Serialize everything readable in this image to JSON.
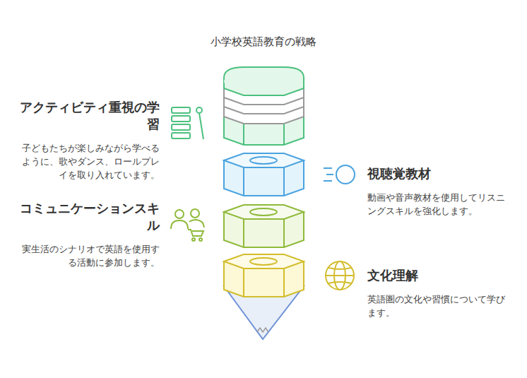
{
  "diagram": {
    "title": "小学校英語教育の戦略",
    "nodes": [
      {
        "text": [
          "アクティビティ重視の学習",
          "子どもたちが楽しみながら学べるように、歌やダンス、ロールプレイを取り入れています。"
        ]
      },
      {
        "text": [
          "視聴覚教材",
          "動画や音声教材を使用してリスニングスキルを強化します。"
        ]
      },
      {
        "text": [
          "コミュニケーションスキル",
          "実生活のシナリオで英語を使用する活動に参加します。"
        ]
      },
      {
        "text": [
          "文化理解",
          "英語圏の文化や習慣について学びます。"
        ]
      }
    ]
  }
}
